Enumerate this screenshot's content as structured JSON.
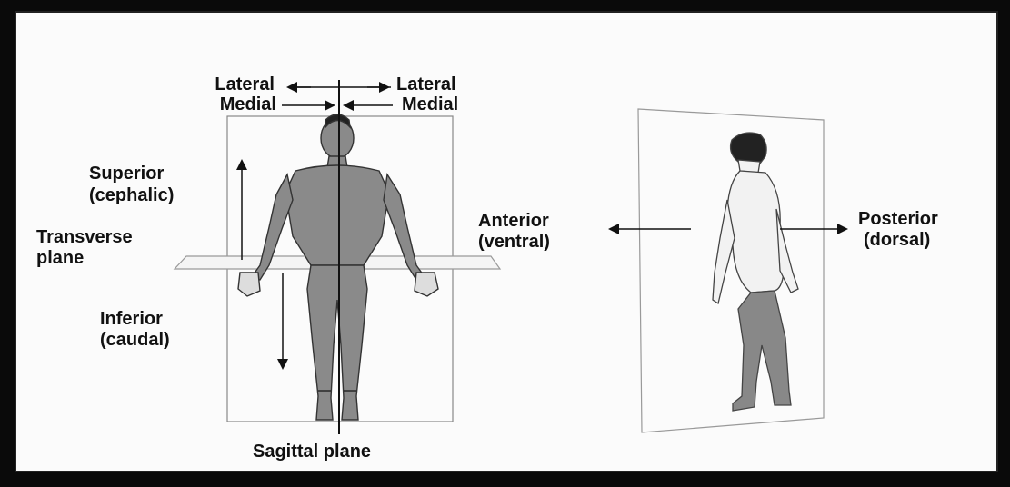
{
  "labels": {
    "lateral_left": "Lateral",
    "lateral_right": "Lateral",
    "medial_left": "Medial",
    "medial_right": "Medial",
    "superior": "Superior",
    "cephalic": "(cephalic)",
    "transverse": "Transverse",
    "plane": "plane",
    "inferior": "Inferior",
    "caudal": "(caudal)",
    "sagittal": "Sagittal plane",
    "anterior": "Anterior",
    "ventral": "(ventral)",
    "posterior": "Posterior",
    "dorsal": "(dorsal)"
  },
  "colors": {
    "ink": "#111111",
    "figure_fill": "#8a8a8a",
    "figure_dark": "#3a3a3a",
    "plane_line": "#999999",
    "frame_border": "#0a0a0a"
  }
}
